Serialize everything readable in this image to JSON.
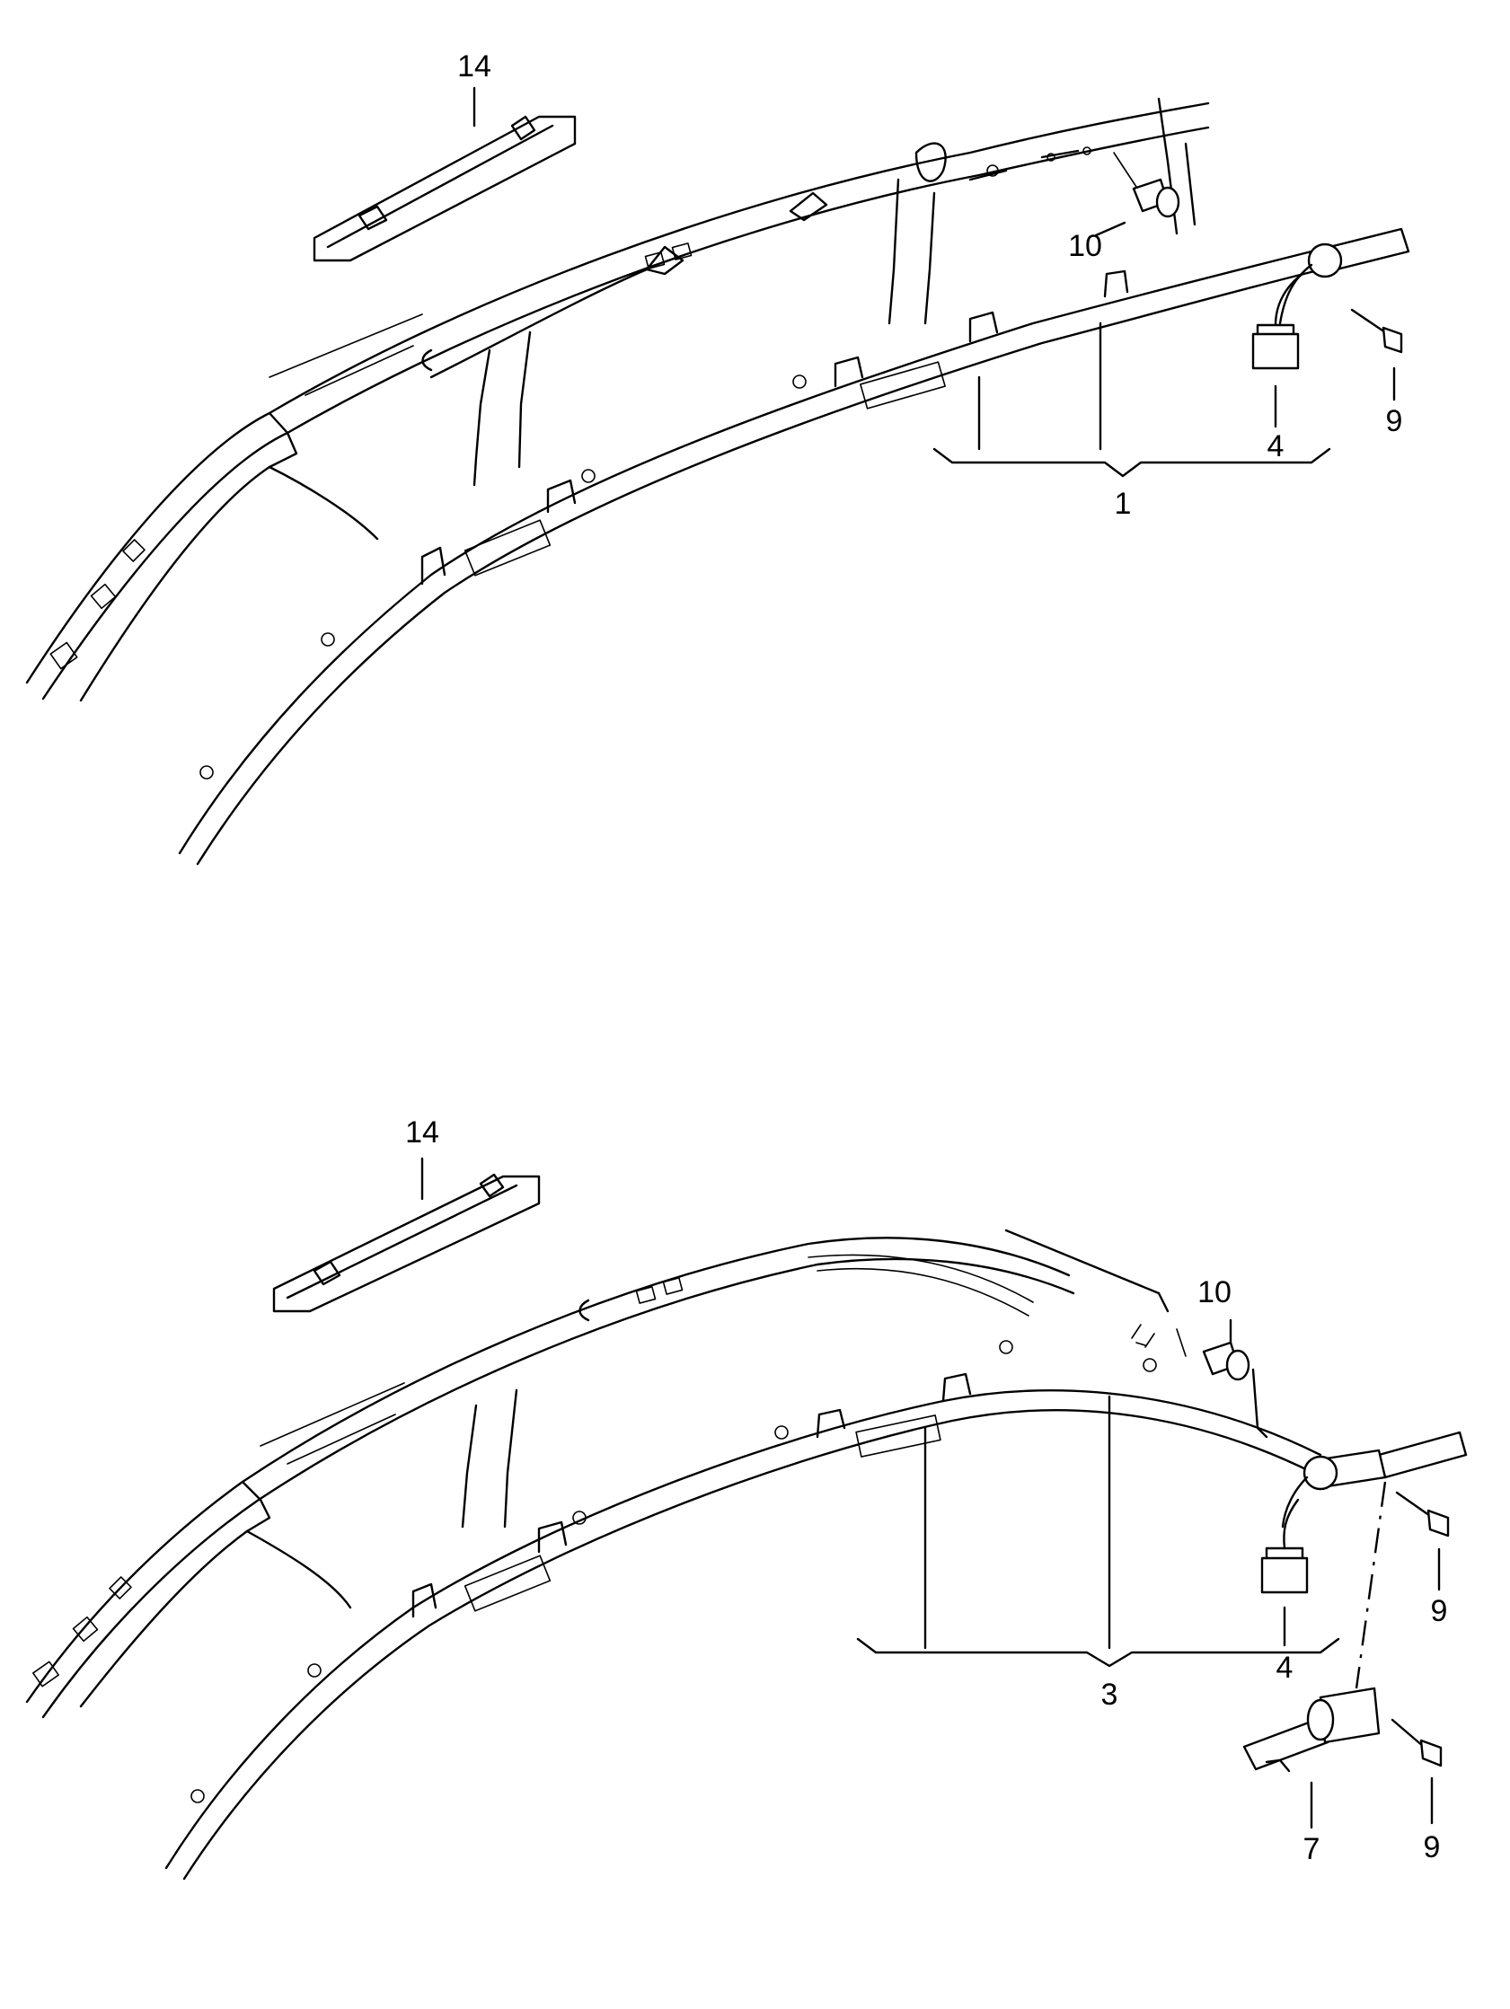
{
  "top": {
    "callouts": {
      "c14": "14",
      "c10": "10",
      "c4": "4",
      "c9": "9",
      "c1": "1"
    }
  },
  "bottom": {
    "callouts": {
      "c14": "14",
      "c10": "10",
      "c4": "4",
      "c9a": "9",
      "c3": "3",
      "c7": "7",
      "c9b": "9"
    }
  }
}
